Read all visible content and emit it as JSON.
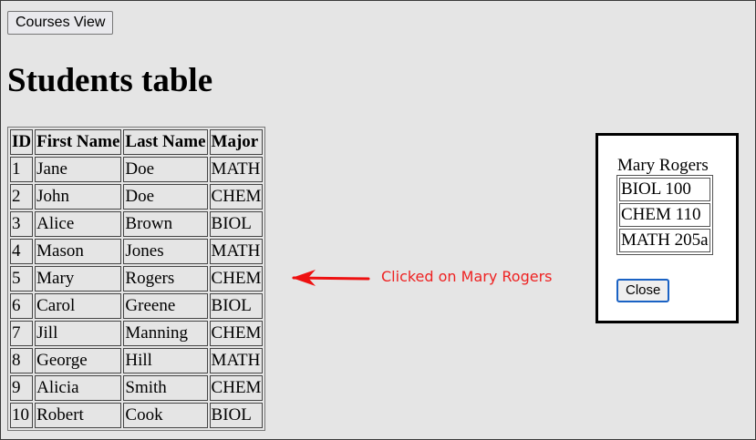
{
  "toolbar": {
    "courses_view_label": "Courses View"
  },
  "page": {
    "title": "Students table"
  },
  "students_table": {
    "headers": [
      "ID",
      "First Name",
      "Last Name",
      "Major"
    ],
    "rows": [
      {
        "id": "1",
        "first": "Jane",
        "last": "Doe",
        "major": "MATH"
      },
      {
        "id": "2",
        "first": "John",
        "last": "Doe",
        "major": "CHEM"
      },
      {
        "id": "3",
        "first": "Alice",
        "last": "Brown",
        "major": "BIOL"
      },
      {
        "id": "4",
        "first": "Mason",
        "last": "Jones",
        "major": "MATH"
      },
      {
        "id": "5",
        "first": "Mary",
        "last": "Rogers",
        "major": "CHEM"
      },
      {
        "id": "6",
        "first": "Carol",
        "last": "Greene",
        "major": "BIOL"
      },
      {
        "id": "7",
        "first": "Jill",
        "last": "Manning",
        "major": "CHEM"
      },
      {
        "id": "8",
        "first": "George",
        "last": "Hill",
        "major": "MATH"
      },
      {
        "id": "9",
        "first": "Alicia",
        "last": "Smith",
        "major": "CHEM"
      },
      {
        "id": "10",
        "first": "Robert",
        "last": "Cook",
        "major": "BIOL"
      }
    ]
  },
  "annotation": {
    "text": "Clicked on Mary Rogers",
    "color": "#ee2222",
    "icon": "arrow-left-icon"
  },
  "modal": {
    "student_name": "Mary Rogers",
    "courses": [
      "BIOL 100",
      "CHEM 110",
      "MATH 205a"
    ],
    "close_label": "Close"
  }
}
